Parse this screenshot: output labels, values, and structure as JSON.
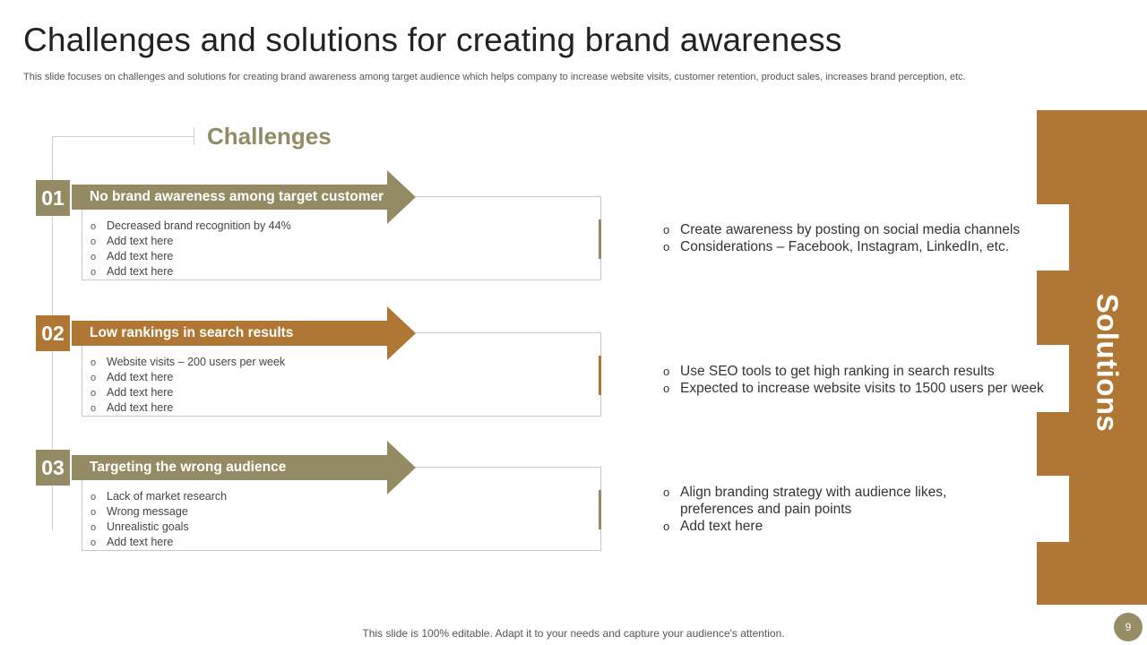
{
  "title": "Challenges and solutions for creating brand awareness",
  "subtitle": "This slide focuses on challenges and solutions for creating brand awareness among target audience which helps company to increase website visits, customer retention, product sales, increases brand perception, etc.",
  "challenges_heading": "Challenges",
  "solutions_label": "Solutions",
  "colors": {
    "olive": "#948b64",
    "brown": "#b07633",
    "side": "#b07633"
  },
  "challenges": [
    {
      "number": "01",
      "title": "No brand awareness among target customer",
      "bullets": [
        "Decreased brand recognition by 44%",
        "Add text here",
        "Add text here",
        "Add text here"
      ],
      "solutions": [
        "Create awareness by posting on social media channels",
        "Considerations – Facebook, Instagram,  LinkedIn,  etc."
      ]
    },
    {
      "number": "02",
      "title": "Low rankings in search results",
      "bullets": [
        "Website visits – 200 users per week",
        "Add text here",
        "Add text here",
        "Add text here"
      ],
      "solutions": [
        "Use SEO tools to get high ranking in search results",
        "Expected to increase website visits to 1500 users per week"
      ]
    },
    {
      "number": "03",
      "title": "Targeting the wrong audience",
      "bullets": [
        "Lack of market research",
        "Wrong message",
        "Unrealistic goals",
        "Add text here"
      ],
      "solutions": [
        "Align branding strategy with audience likes, preferences and pain points",
        "Add text here"
      ]
    }
  ],
  "footer": "This slide is 100% editable. Adapt it to your needs and capture your audience's attention.",
  "page_number": "9"
}
